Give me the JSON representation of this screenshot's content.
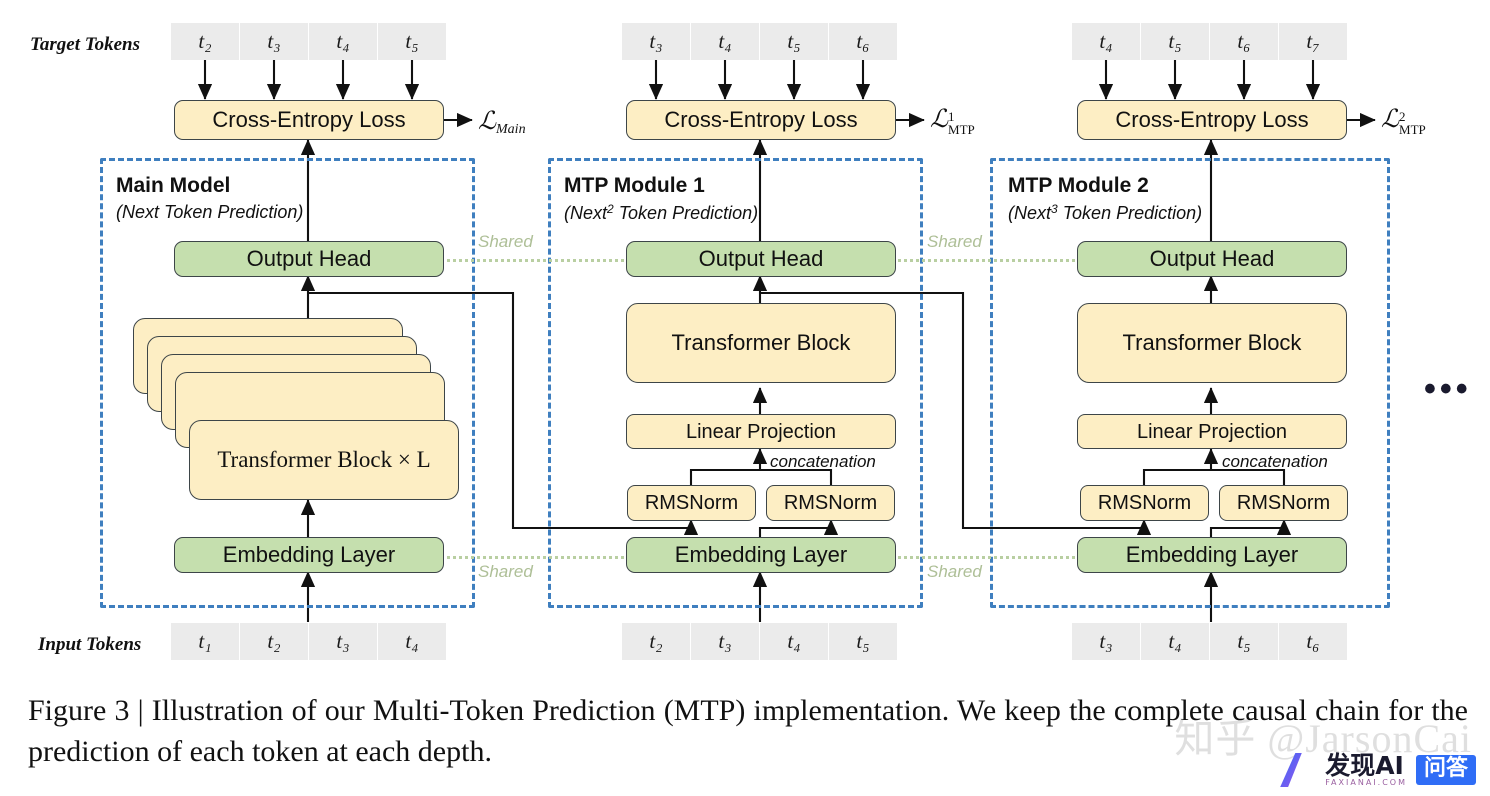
{
  "figure": {
    "caption": "Figure 3 | Illustration of our Multi-Token Prediction (MTP) implementation. We keep the complete causal chain for the prediction of each token at each depth.",
    "ellipsis": "•••"
  },
  "rows": {
    "target_tokens_label": "Target Tokens",
    "input_tokens_label": "Input Tokens"
  },
  "shared": {
    "output_head_shared_1": "Shared",
    "output_head_shared_2": "Shared",
    "embedding_shared_1": "Shared",
    "embedding_shared_2": "Shared"
  },
  "modules": [
    {
      "id": "main-model",
      "title": "Main Model",
      "subtitle_pre": "(Next Token Prediction)",
      "subtitle_sup": "",
      "target_tokens": [
        "t₂",
        "t₃",
        "t₄",
        "t₅"
      ],
      "input_tokens": [
        "t₁",
        "t₂",
        "t₃",
        "t₄"
      ],
      "loss_box": "Cross-Entropy Loss",
      "loss_symbol": {
        "base": "ℒ",
        "sub": "Main",
        "sup": ""
      },
      "output_head": "Output Head",
      "core_block": "Transformer Block × L",
      "embedding": "Embedding Layer"
    },
    {
      "id": "mtp-module-1",
      "title": "MTP Module 1",
      "subtitle_pre": "(Next",
      "subtitle_sup": "2",
      "subtitle_post": " Token Prediction)",
      "target_tokens": [
        "t₃",
        "t₄",
        "t₅",
        "t₆"
      ],
      "input_tokens": [
        "t₂",
        "t₃",
        "t₄",
        "t₅"
      ],
      "loss_box": "Cross-Entropy Loss",
      "loss_symbol": {
        "base": "ℒ",
        "sub": "MTP",
        "sup": "1"
      },
      "output_head": "Output Head",
      "transformer_block": "Transformer Block",
      "linear_projection": "Linear Projection",
      "concatenation": "concatenation",
      "rmsnorm_left": "RMSNorm",
      "rmsnorm_right": "RMSNorm",
      "embedding": "Embedding Layer"
    },
    {
      "id": "mtp-module-2",
      "title": "MTP Module 2",
      "subtitle_pre": "(Next",
      "subtitle_sup": "3",
      "subtitle_post": " Token Prediction)",
      "target_tokens": [
        "t₄",
        "t₅",
        "t₆",
        "t₇"
      ],
      "input_tokens": [
        "t₃",
        "t₄",
        "t₅",
        "t₆"
      ],
      "loss_box": "Cross-Entropy Loss",
      "loss_symbol": {
        "base": "ℒ",
        "sub": "MTP",
        "sup": "2"
      },
      "output_head": "Output Head",
      "transformer_block": "Transformer Block",
      "linear_projection": "Linear Projection",
      "concatenation": "concatenation",
      "rmsnorm_left": "RMSNorm",
      "rmsnorm_right": "RMSNorm",
      "embedding": "Embedding Layer"
    }
  ],
  "watermark": {
    "handle": "知乎 @JarsonCai",
    "brand_cn": "发现AI",
    "brand_domain": "FAXIANAI.COM",
    "pill_cn": "问答"
  },
  "colors": {
    "block_fill": "#fdeec4",
    "shared_fill": "#c5dfae",
    "frame_dashed": "#3f7fbf",
    "token_fill": "#ebebeb",
    "shared_line": "#b9cfa2",
    "stroke": "#3d4548"
  }
}
